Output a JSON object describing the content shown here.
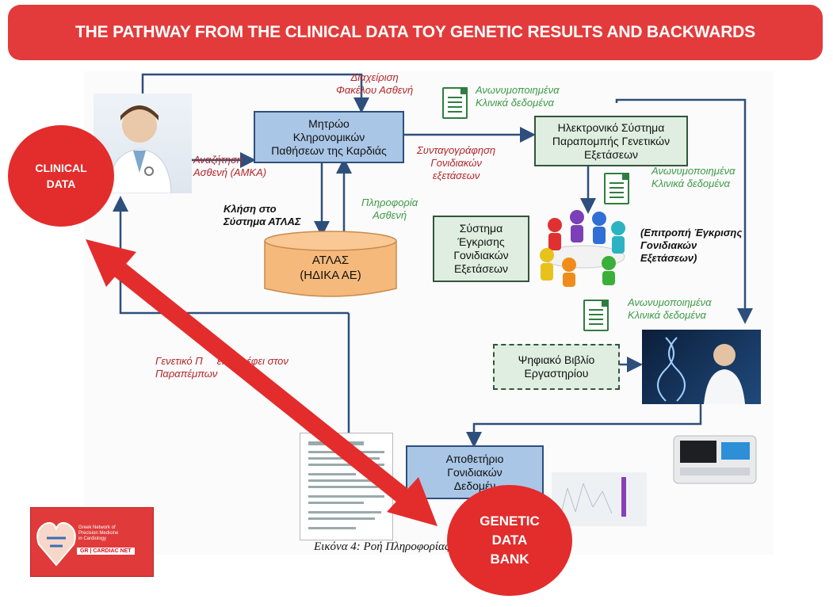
{
  "title": "THE PATHWAY FROM THE CLINICAL DATA TOY GENETIC RESULTS AND BACKWARDS",
  "boxes": {
    "registry": [
      "Μητρώο",
      "Κληρονομικών",
      "Παθήσεων της Καρδιάς"
    ],
    "referral_system": [
      "Ηλεκτρονικό Σύστημα",
      "Παραπομπής Γενετικών",
      "Εξετάσεων"
    ],
    "atlas": [
      "ΑΤΛΑΣ",
      "(ΗΔΙΚΑ ΑΕ)"
    ],
    "approval_system": [
      "Σύστημα",
      "Έγκρισης",
      "Γονιδιακών",
      "Εξετάσεων"
    ],
    "lab_book": [
      "Ψηφιακό Βιβλίο",
      "Εργαστηρίου"
    ],
    "repository": [
      "Αποθετήριο",
      "Γονιδιακών",
      "Δεδομέν"
    ]
  },
  "labels": {
    "patient_file": [
      "Διαχείριση",
      "Φακέλου Ασθενή"
    ],
    "anon_1": [
      "Ανωνυμοποιημένα",
      "Κλινικά δεδομένα"
    ],
    "search_patient": [
      "Αναζήτηση",
      "Ασθενή (ΑΜΚΑ)"
    ],
    "prescription": [
      "Συνταγογράφηση",
      "Γονιδιακών",
      "εξετάσεων"
    ],
    "anon_2": [
      "Ανωνυμοποιημένα",
      "Κλινικά δεδομένα"
    ],
    "atlas_call": [
      "Κλήση στο",
      "Σύστημα ΑΤΛΑΣ"
    ],
    "patient_info": [
      "Πληροφορία",
      "Ασθενή"
    ],
    "committee": [
      "(Επιτροπή Έγκρισης",
      "Γονιδιακών",
      "Εξετάσεων)"
    ],
    "anon_3": [
      "Ανωνυμοποιημένα",
      "Κλινικά δεδομένα"
    ],
    "genetic_return": [
      "Γενετικό Π",
      "επιστρέφει στον",
      "Παραπέμπων"
    ],
    "caption": "Εικόνα 4: Ροή Πληροφορίας Οικοσύσ"
  },
  "circles": {
    "clinical": [
      "CLINICAL",
      "DATA"
    ],
    "genetic": [
      "GENETIC",
      "DATA",
      "BANK"
    ]
  },
  "logo": {
    "text": [
      "Greek Network of",
      "Precision Medicine",
      "in Cardiology"
    ],
    "badge": "GR | CARDIAC NET"
  },
  "colors": {
    "banner": "#e33b3b",
    "arrow": "#e32c2c",
    "box_blue": "#a9c6e6",
    "box_green": "#dfeee0",
    "label_dark": "#b3262b",
    "label_green": "#3c9a46"
  }
}
